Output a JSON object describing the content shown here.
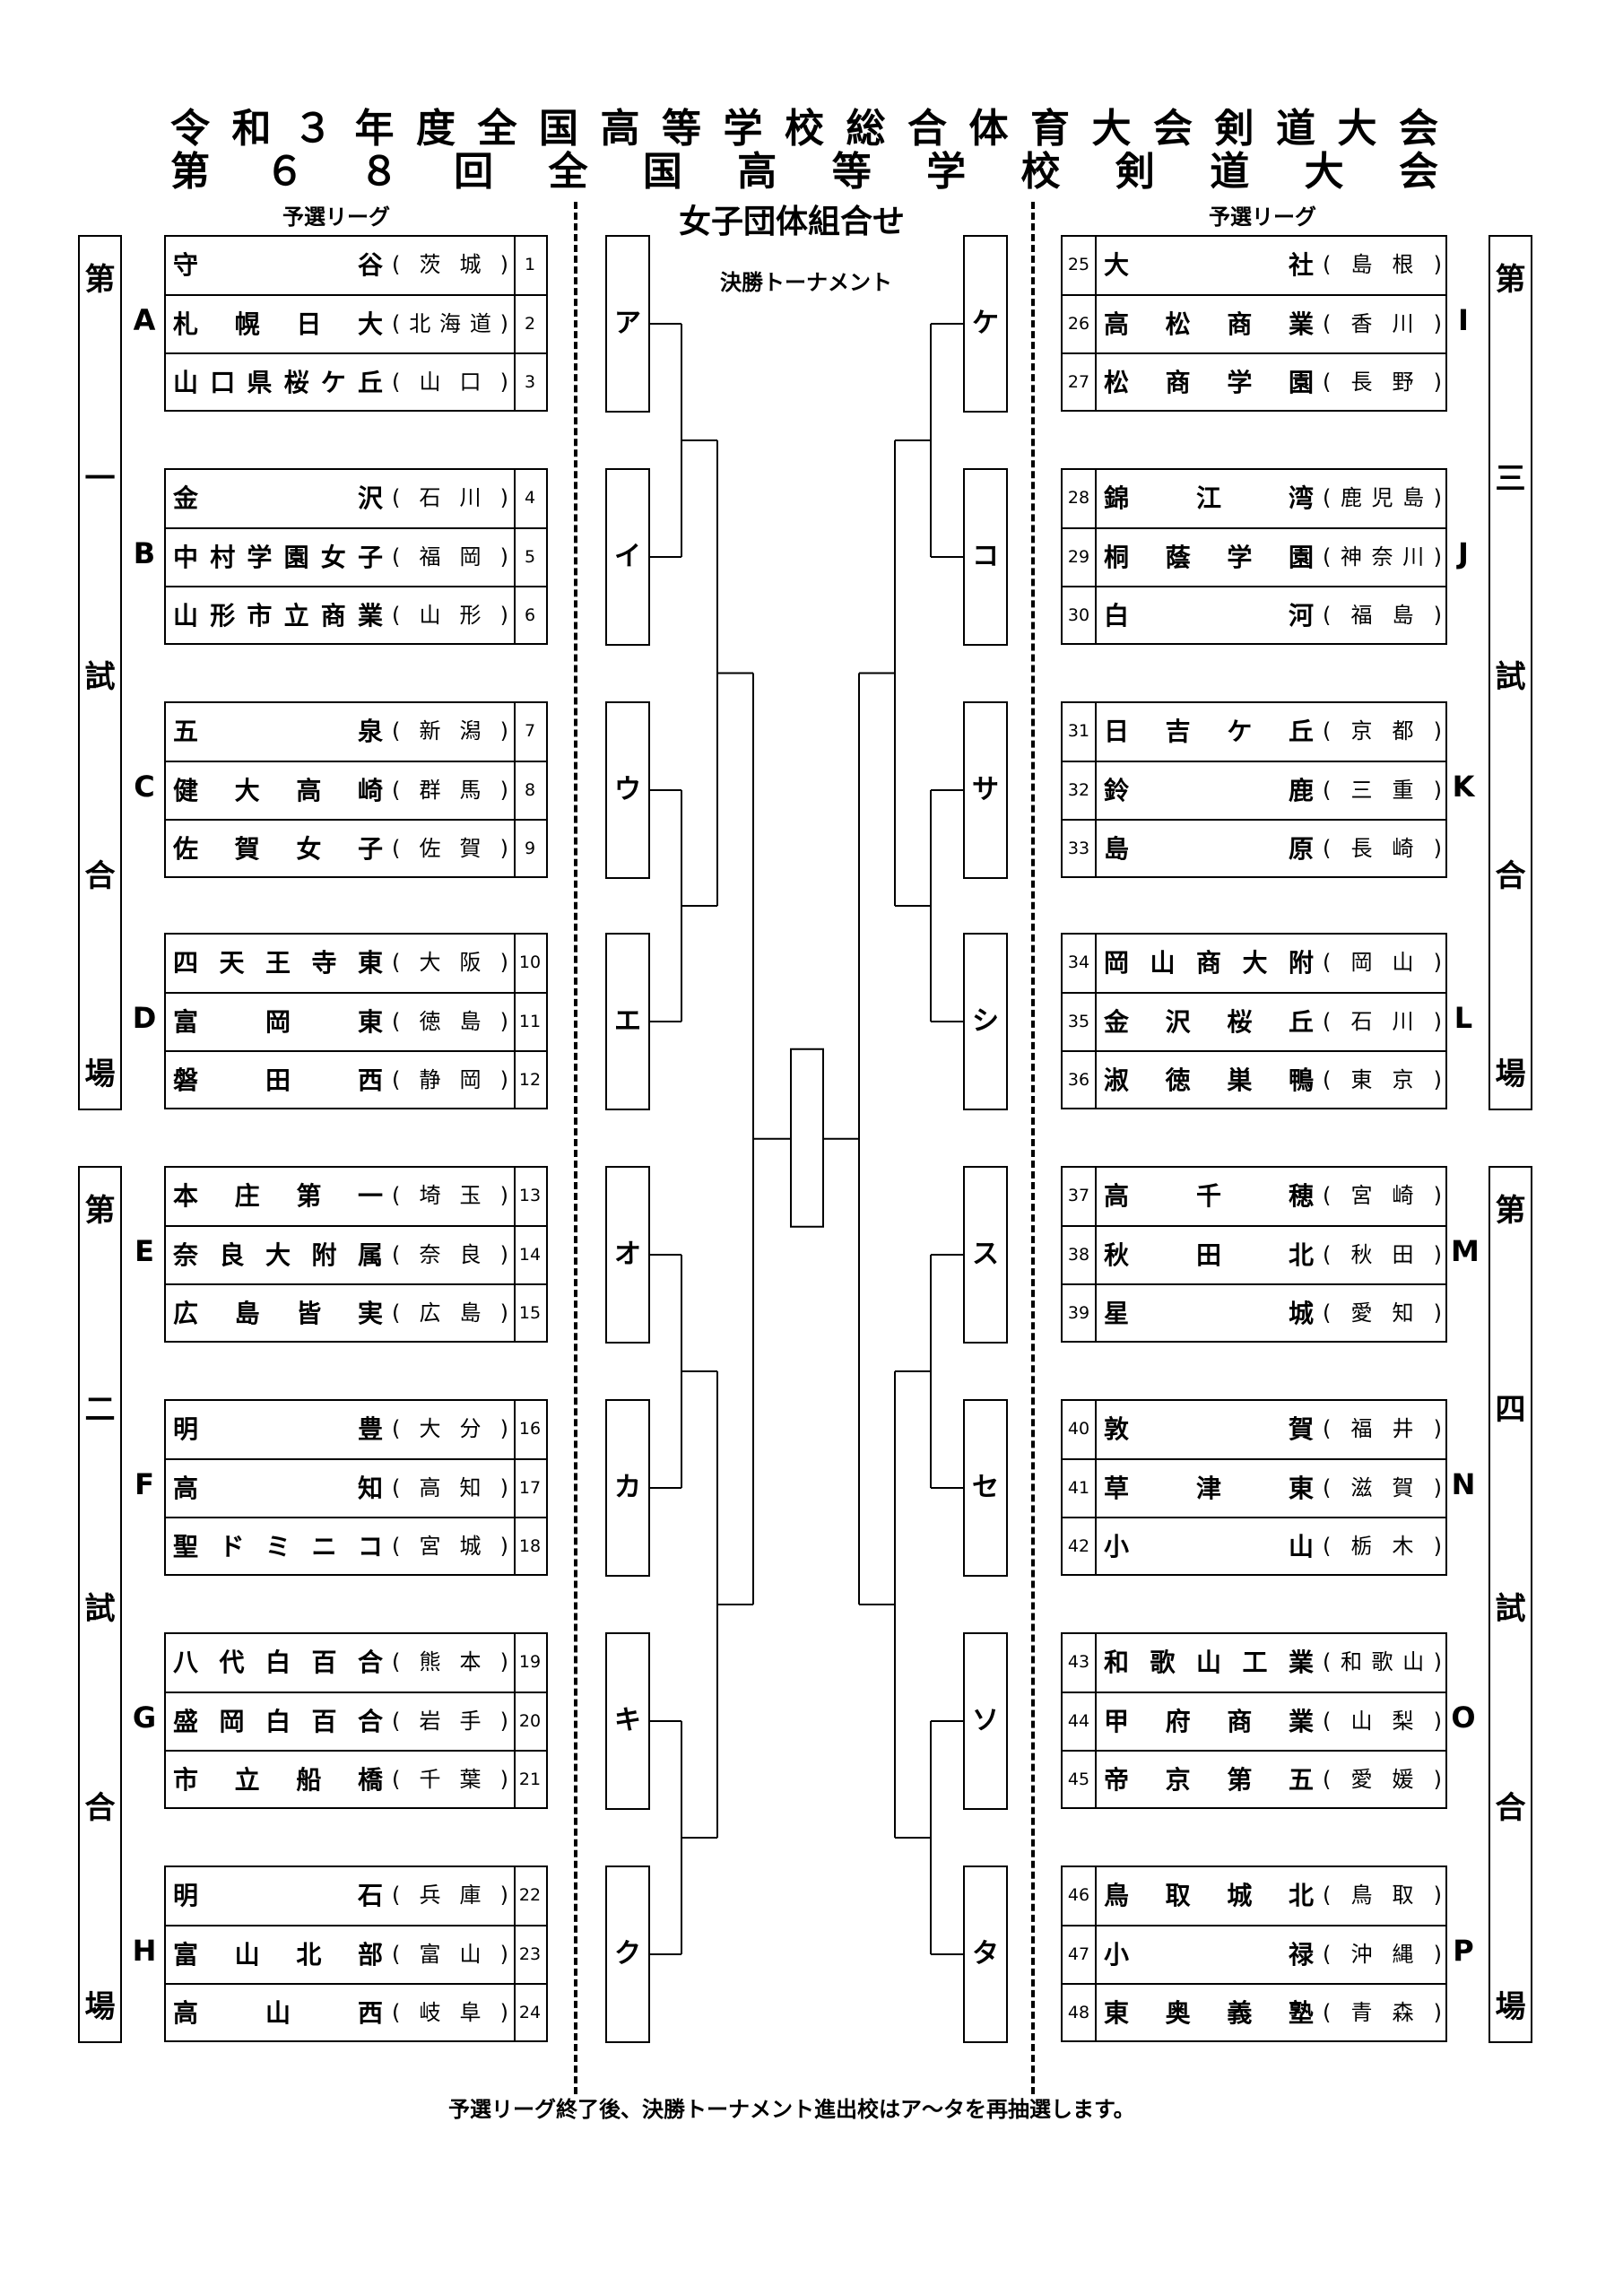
{
  "title": {
    "line1": [
      "令",
      "和",
      "３",
      "年",
      "度",
      "全",
      "国",
      "高",
      "等",
      "学",
      "校",
      "総",
      "合",
      "体",
      "育",
      "大",
      "会",
      "剣",
      "道",
      "大",
      "会"
    ],
    "line2": [
      "第",
      "６",
      "８",
      "回",
      "全",
      "国",
      "高",
      "等",
      "学",
      "校",
      "剣",
      "道",
      "大",
      "会"
    ]
  },
  "subtitle": "女子団体組合せ",
  "league_label_left": "予選リーグ",
  "league_label_right": "予選リーグ",
  "final_label": "決勝トーナメント",
  "footer": "予選リーグ終了後、決勝トーナメント進出校はア～タを再抽選します。",
  "venues": [
    {
      "chars": [
        "第",
        "一",
        "試",
        "合",
        "場"
      ]
    },
    {
      "chars": [
        "第",
        "二",
        "試",
        "合",
        "場"
      ]
    },
    {
      "chars": [
        "第",
        "三",
        "試",
        "合",
        "場"
      ]
    },
    {
      "chars": [
        "第",
        "四",
        "試",
        "合",
        "場"
      ]
    }
  ],
  "groups": [
    {
      "letter": "A",
      "slot": "ア",
      "teams": [
        {
          "school": "守　　谷",
          "pref": "茨　城",
          "no": "1"
        },
        {
          "school": "札幌日大",
          "pref": "北海道",
          "no": "2"
        },
        {
          "school": "山口県桜ケ丘",
          "pref": "山　口",
          "no": "3"
        }
      ]
    },
    {
      "letter": "B",
      "slot": "イ",
      "teams": [
        {
          "school": "金　　沢",
          "pref": "石　川",
          "no": "4"
        },
        {
          "school": "中村学園女子",
          "pref": "福　岡",
          "no": "5"
        },
        {
          "school": "山形市立商業",
          "pref": "山　形",
          "no": "6"
        }
      ]
    },
    {
      "letter": "C",
      "slot": "ウ",
      "teams": [
        {
          "school": "五　　泉",
          "pref": "新　潟",
          "no": "7"
        },
        {
          "school": "健大高崎",
          "pref": "群　馬",
          "no": "8"
        },
        {
          "school": "佐賀女子",
          "pref": "佐　賀",
          "no": "9"
        }
      ]
    },
    {
      "letter": "D",
      "slot": "エ",
      "teams": [
        {
          "school": "四天王寺東",
          "pref": "大　阪",
          "no": "10"
        },
        {
          "school": "富岡東",
          "pref": "徳　島",
          "no": "11"
        },
        {
          "school": "磐田西",
          "pref": "静　岡",
          "no": "12"
        }
      ]
    },
    {
      "letter": "E",
      "slot": "オ",
      "teams": [
        {
          "school": "本庄第一",
          "pref": "埼　玉",
          "no": "13"
        },
        {
          "school": "奈良大附属",
          "pref": "奈　良",
          "no": "14"
        },
        {
          "school": "広島皆実",
          "pref": "広　島",
          "no": "15"
        }
      ]
    },
    {
      "letter": "F",
      "slot": "カ",
      "teams": [
        {
          "school": "明　　豊",
          "pref": "大　分",
          "no": "16"
        },
        {
          "school": "高　　知",
          "pref": "高　知",
          "no": "17"
        },
        {
          "school": "聖ドミニコ",
          "pref": "宮　城",
          "no": "18"
        }
      ]
    },
    {
      "letter": "G",
      "slot": "キ",
      "teams": [
        {
          "school": "八代白百合",
          "pref": "熊　本",
          "no": "19"
        },
        {
          "school": "盛岡白百合",
          "pref": "岩　手",
          "no": "20"
        },
        {
          "school": "市立船橋",
          "pref": "千　葉",
          "no": "21"
        }
      ]
    },
    {
      "letter": "H",
      "slot": "ク",
      "teams": [
        {
          "school": "明　　石",
          "pref": "兵　庫",
          "no": "22"
        },
        {
          "school": "富山北部",
          "pref": "富　山",
          "no": "23"
        },
        {
          "school": "高山西",
          "pref": "岐　阜",
          "no": "24"
        }
      ]
    },
    {
      "letter": "I",
      "slot": "ケ",
      "teams": [
        {
          "school": "大　　社",
          "pref": "島　根",
          "no": "25"
        },
        {
          "school": "高松商業",
          "pref": "香　川",
          "no": "26"
        },
        {
          "school": "松商学園",
          "pref": "長　野",
          "no": "27"
        }
      ]
    },
    {
      "letter": "J",
      "slot": "コ",
      "teams": [
        {
          "school": "錦江湾",
          "pref": "鹿児島",
          "no": "28"
        },
        {
          "school": "桐蔭学園",
          "pref": "神奈川",
          "no": "29"
        },
        {
          "school": "白　　河",
          "pref": "福　島",
          "no": "30"
        }
      ]
    },
    {
      "letter": "K",
      "slot": "サ",
      "teams": [
        {
          "school": "日吉ケ丘",
          "pref": "京　都",
          "no": "31"
        },
        {
          "school": "鈴　　鹿",
          "pref": "三　重",
          "no": "32"
        },
        {
          "school": "島　　原",
          "pref": "長　崎",
          "no": "33"
        }
      ]
    },
    {
      "letter": "L",
      "slot": "シ",
      "teams": [
        {
          "school": "岡山商大附",
          "pref": "岡　山",
          "no": "34"
        },
        {
          "school": "金沢桜丘",
          "pref": "石　川",
          "no": "35"
        },
        {
          "school": "淑徳巣鴨",
          "pref": "東　京",
          "no": "36"
        }
      ]
    },
    {
      "letter": "M",
      "slot": "ス",
      "teams": [
        {
          "school": "高千穂",
          "pref": "宮　崎",
          "no": "37"
        },
        {
          "school": "秋田北",
          "pref": "秋　田",
          "no": "38"
        },
        {
          "school": "星　　城",
          "pref": "愛　知",
          "no": "39"
        }
      ]
    },
    {
      "letter": "N",
      "slot": "セ",
      "teams": [
        {
          "school": "敦　　賀",
          "pref": "福　井",
          "no": "40"
        },
        {
          "school": "草津東",
          "pref": "滋　賀",
          "no": "41"
        },
        {
          "school": "小　　山",
          "pref": "栃　木",
          "no": "42"
        }
      ]
    },
    {
      "letter": "O",
      "slot": "ソ",
      "teams": [
        {
          "school": "和歌山工業",
          "pref": "和歌山",
          "no": "43"
        },
        {
          "school": "甲府商業",
          "pref": "山　梨",
          "no": "44"
        },
        {
          "school": "帝京第五",
          "pref": "愛　媛",
          "no": "45"
        }
      ]
    },
    {
      "letter": "P",
      "slot": "タ",
      "teams": [
        {
          "school": "鳥取城北",
          "pref": "鳥　取",
          "no": "46"
        },
        {
          "school": "小　　禄",
          "pref": "沖　縄",
          "no": "47"
        },
        {
          "school": "東奥義塾",
          "pref": "青　森",
          "no": "48"
        }
      ]
    }
  ]
}
